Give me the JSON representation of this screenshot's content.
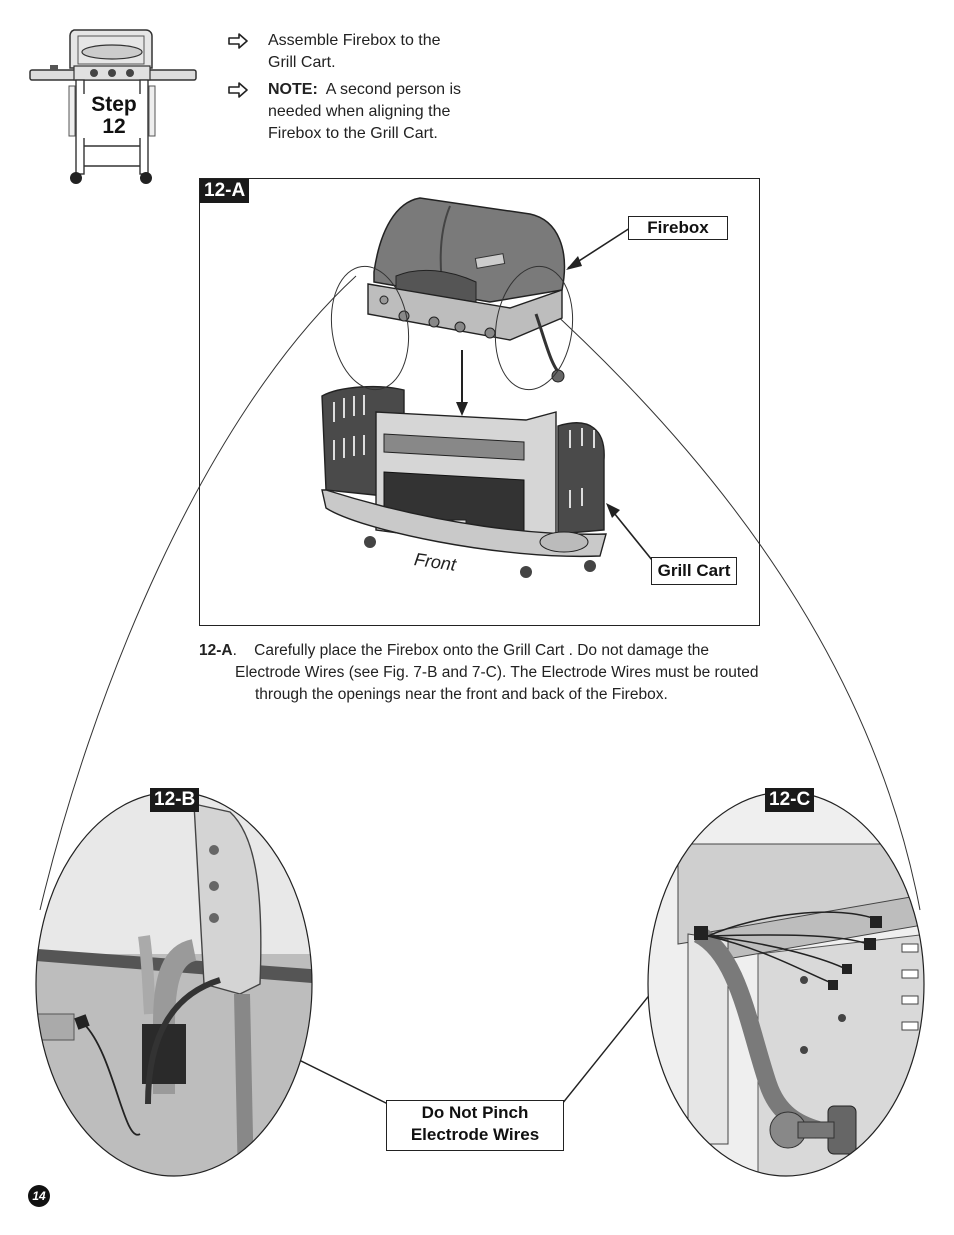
{
  "step": {
    "word": "Step",
    "number": "12"
  },
  "instructions": [
    {
      "text_1": "Assemble Firebox to the",
      "text_2": "Grill Cart."
    },
    {
      "note_label": "NOTE:",
      "text_1": "A second person is",
      "text_2": "needed when aligning the",
      "text_3": "Firebox to the Grill Cart."
    }
  ],
  "figures": {
    "a": {
      "tag": "12-A",
      "callout_firebox": "Firebox",
      "callout_cart": "Grill Cart",
      "front_label": "Front"
    },
    "b": {
      "tag": "12-B"
    },
    "c": {
      "tag": "12-C"
    },
    "warning": {
      "line_1": "Do Not Pinch",
      "line_2": "Electrode Wires"
    }
  },
  "caption": {
    "label": "12-A",
    "line_1": "Carefully place the Firebox onto the Grill Cart .  Do not damage the",
    "line_2": "Electrode Wires (see Fig. 7-B and 7-C).  The Electrode Wires must be routed",
    "line_3": "through the openings near the front and back of the Firebox."
  },
  "page_number": "14",
  "icons": {
    "arrow": "hollow-right-arrow-icon",
    "grill": "grill-thumbnail-icon"
  }
}
